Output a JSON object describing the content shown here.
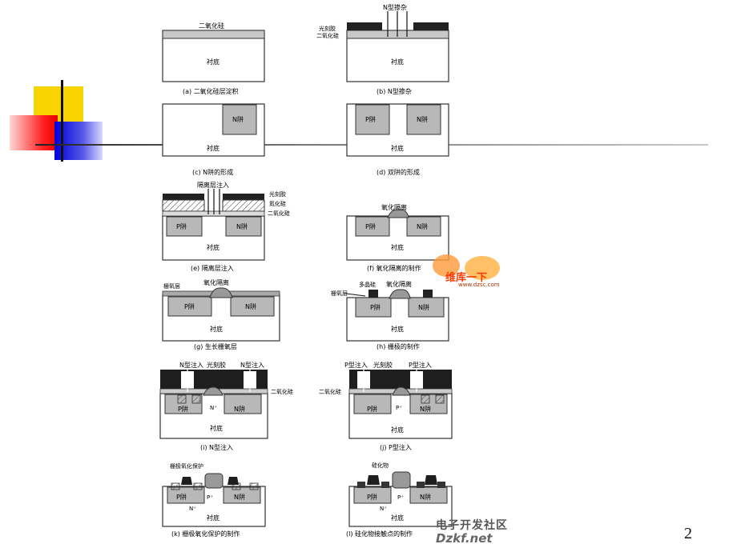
{
  "page_number": "2",
  "watermark_top": {
    "text": "维库一下",
    "url": "www.dzsc.com"
  },
  "watermark_bottom": {
    "line1": "电子开发社区",
    "line2": "Dzkf.net"
  },
  "labels": {
    "substrate": "衬底",
    "oxide": "二氧化硅",
    "photoresist": "光刻胶",
    "n_doping": "N型掺杂",
    "n_well": "N阱",
    "p_well": "P阱",
    "isolation_implant": "隔离层注入",
    "nitride": "氮化硅",
    "oxide_isolation": "氧化隔离",
    "gate_oxide": "栅氧层",
    "polysilicon": "多晶硅",
    "n_implant": "N型注入",
    "p_implant": "P型注入",
    "n_plus": "N⁺",
    "p_plus": "P⁺",
    "gate_oxide_protection": "栅极氧化保护",
    "silicide": "硅化物"
  },
  "captions": {
    "a": "(a) 二氧化硅层淀积",
    "b": "(b) N型掺杂",
    "c": "(c) N阱的形成",
    "d": "(d) 双阱的形成",
    "e": "(e) 隔离层注入",
    "f": "(f) 氧化隔离的制作",
    "g": "(g) 生长栅氧层",
    "h": "(h) 栅极的制作",
    "i": "(i) N型注入",
    "j": "(j) P型注入",
    "k": "(k) 栅极氧化保护的制作",
    "l": "(l) 硅化物接触点的制作"
  }
}
